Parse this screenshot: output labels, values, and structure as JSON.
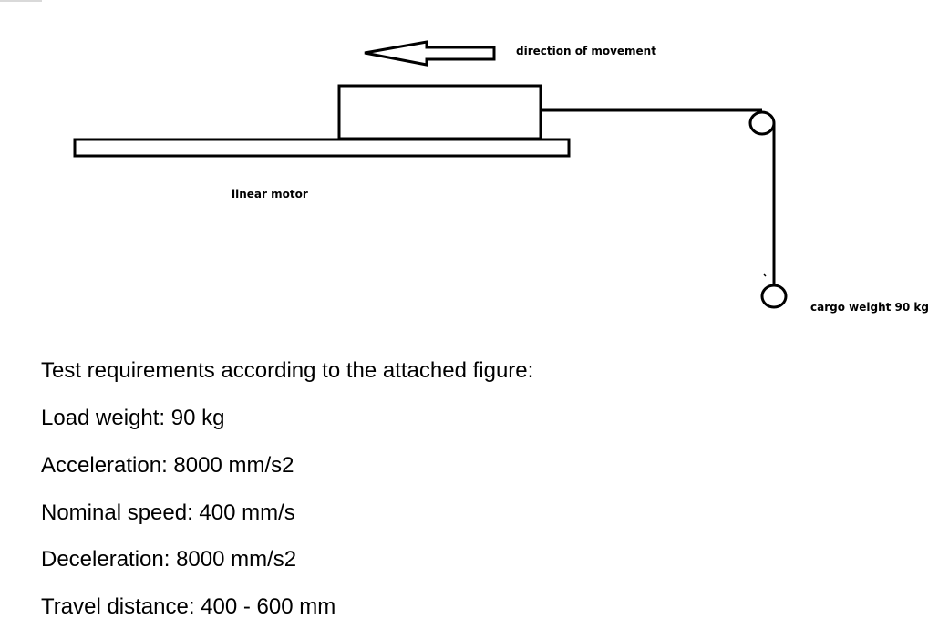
{
  "diagram": {
    "direction_label": "direction of movement",
    "motor_label": "linear motor",
    "cargo_label": "cargo weight 90 kg",
    "icons": [
      "left-arrow-icon",
      "pulley-icon",
      "cargo-weight-icon"
    ]
  },
  "requirements": {
    "heading": "Test requirements according to the attached figure:",
    "items": [
      "Load weight: 90 kg",
      "Acceleration: 8000 mm/s2",
      "Nominal speed: 400 mm/s",
      "Deceleration: 8000 mm/s2",
      "Travel distance: 400 - 600 mm"
    ]
  }
}
